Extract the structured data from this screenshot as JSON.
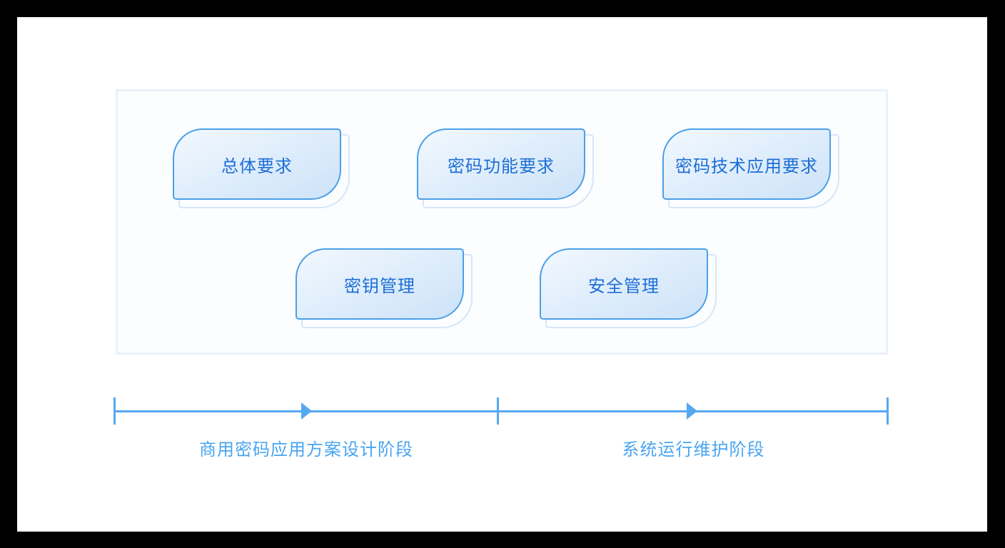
{
  "panel": {
    "boxes": [
      {
        "label": "总体要求"
      },
      {
        "label": "密码功能要求"
      },
      {
        "label": "密码技术应用要求"
      },
      {
        "label": "密钥管理"
      },
      {
        "label": "安全管理"
      }
    ]
  },
  "timeline": {
    "phases": [
      {
        "label": "商用密码应用方案设计阶段"
      },
      {
        "label": "系统运行维护阶段"
      }
    ]
  },
  "colors": {
    "letterbox": "#000000",
    "canvas": "#ffffff",
    "panel_border": "#e9f1fb",
    "node_border": "#4aa0e8",
    "node_fill_top": "#f2f8fe",
    "node_fill_bottom": "#cde3f8",
    "node_echo_border": "#d4e6f8",
    "node_text": "#1d6ed6",
    "timeline_line": "#56a8f1",
    "phase_label_text": "#4aa5f2"
  }
}
